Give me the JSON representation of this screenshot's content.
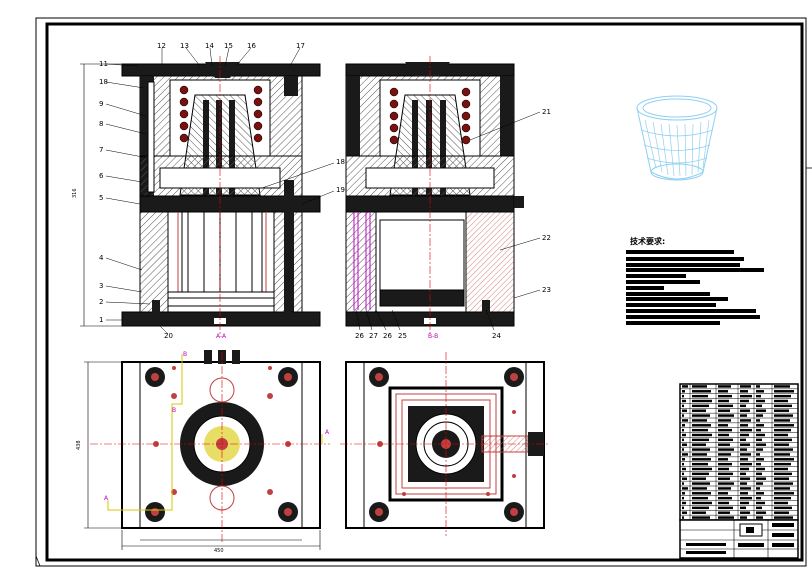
{
  "sheet": {
    "colors": {
      "outline": "#000000",
      "fill_dark": "#1a1a1a",
      "hatch": "#555555",
      "coil": "#7a1010",
      "centerline": "#e00000",
      "magenta": "#c000c0",
      "yellow": "#d8c800",
      "cup": "#8fd0f0"
    },
    "front_view": {
      "part_numbers_left": [
        "11",
        "18",
        "9",
        "8",
        "7",
        "6",
        "5",
        "4",
        "3",
        "2",
        "1"
      ],
      "part_numbers_top": [
        "12",
        "13",
        "14",
        "15",
        "16",
        "17"
      ],
      "part_numbers_right": [
        "18",
        "19"
      ],
      "part_numbers_bottom": [
        "20"
      ],
      "overall_height": "316",
      "bottom_mark": "A-A"
    },
    "side_view": {
      "part_numbers_right": [
        "21",
        "22",
        "23",
        "24"
      ],
      "part_numbers_bottom": [
        "26",
        "27",
        "26",
        "25"
      ],
      "bottom_mark": "B-B"
    },
    "plan_view": {
      "width_dim": "450",
      "height_dim": "438",
      "markers": [
        "B",
        "B",
        "A",
        "A"
      ]
    },
    "notes": {
      "heading": "技术要求:"
    },
    "icons": {
      "product": "cup-icon"
    }
  }
}
